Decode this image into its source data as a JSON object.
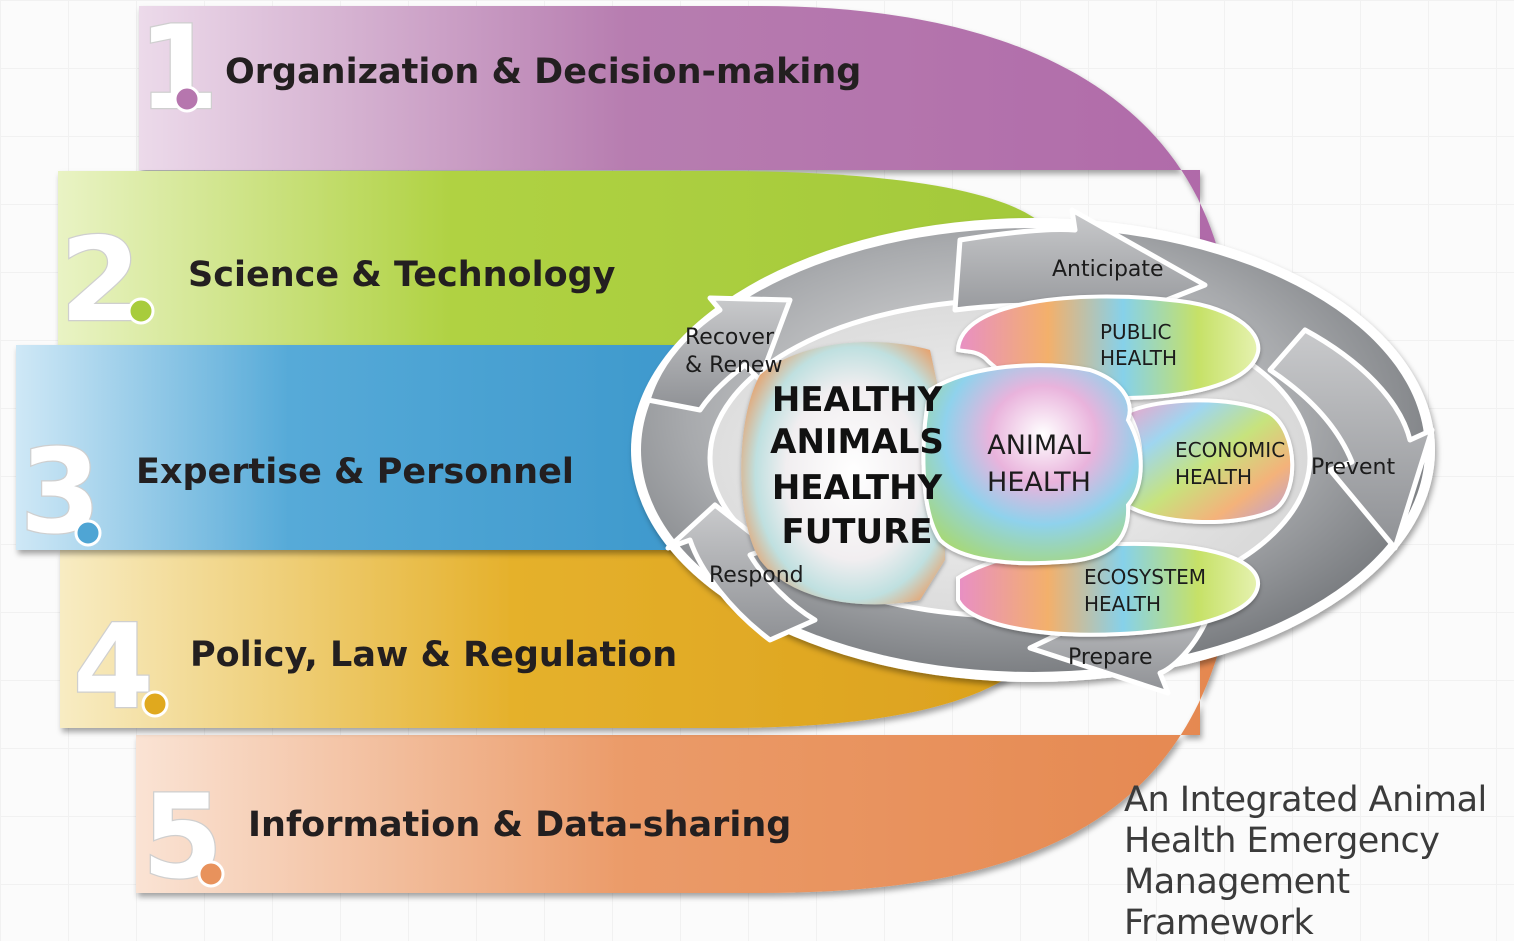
{
  "bands": [
    {
      "number": "1",
      "label": "Organization & Decision-making",
      "color": "#b676ae"
    },
    {
      "number": "2",
      "label": "Science & Technology",
      "color": "#a8cc3c"
    },
    {
      "number": "3",
      "label": "Expertise & Personnel",
      "color": "#4fa5d4"
    },
    {
      "number": "4",
      "label": "Policy, Law & Regulation",
      "color": "#e0a91e"
    },
    {
      "number": "5",
      "label": "Information & Data-sharing",
      "color": "#e8925c"
    }
  ],
  "cycle": {
    "anticipate": "Anticipate",
    "prevent": "Prevent",
    "prepare": "Prepare",
    "respond": "Respond",
    "recover_line1": "Recover",
    "recover_line2": "& Renew"
  },
  "center": {
    "line1": "HEALTHY",
    "line2": "ANIMALS",
    "line3": "HEALTHY",
    "line4": "FUTURE"
  },
  "animal_health": {
    "line1": "ANIMAL",
    "line2": "HEALTH"
  },
  "public_health": {
    "line1": "PUBLIC",
    "line2": "HEALTH"
  },
  "economic_health": {
    "line1": "ECONOMIC",
    "line2": "HEALTH"
  },
  "ecosystem_health": {
    "line1": "ECOSYSTEM",
    "line2": "HEALTH"
  },
  "caption": {
    "line1": "An Integrated Animal",
    "line2": "Health Emergency",
    "line3": "Management",
    "line4": "Framework"
  }
}
